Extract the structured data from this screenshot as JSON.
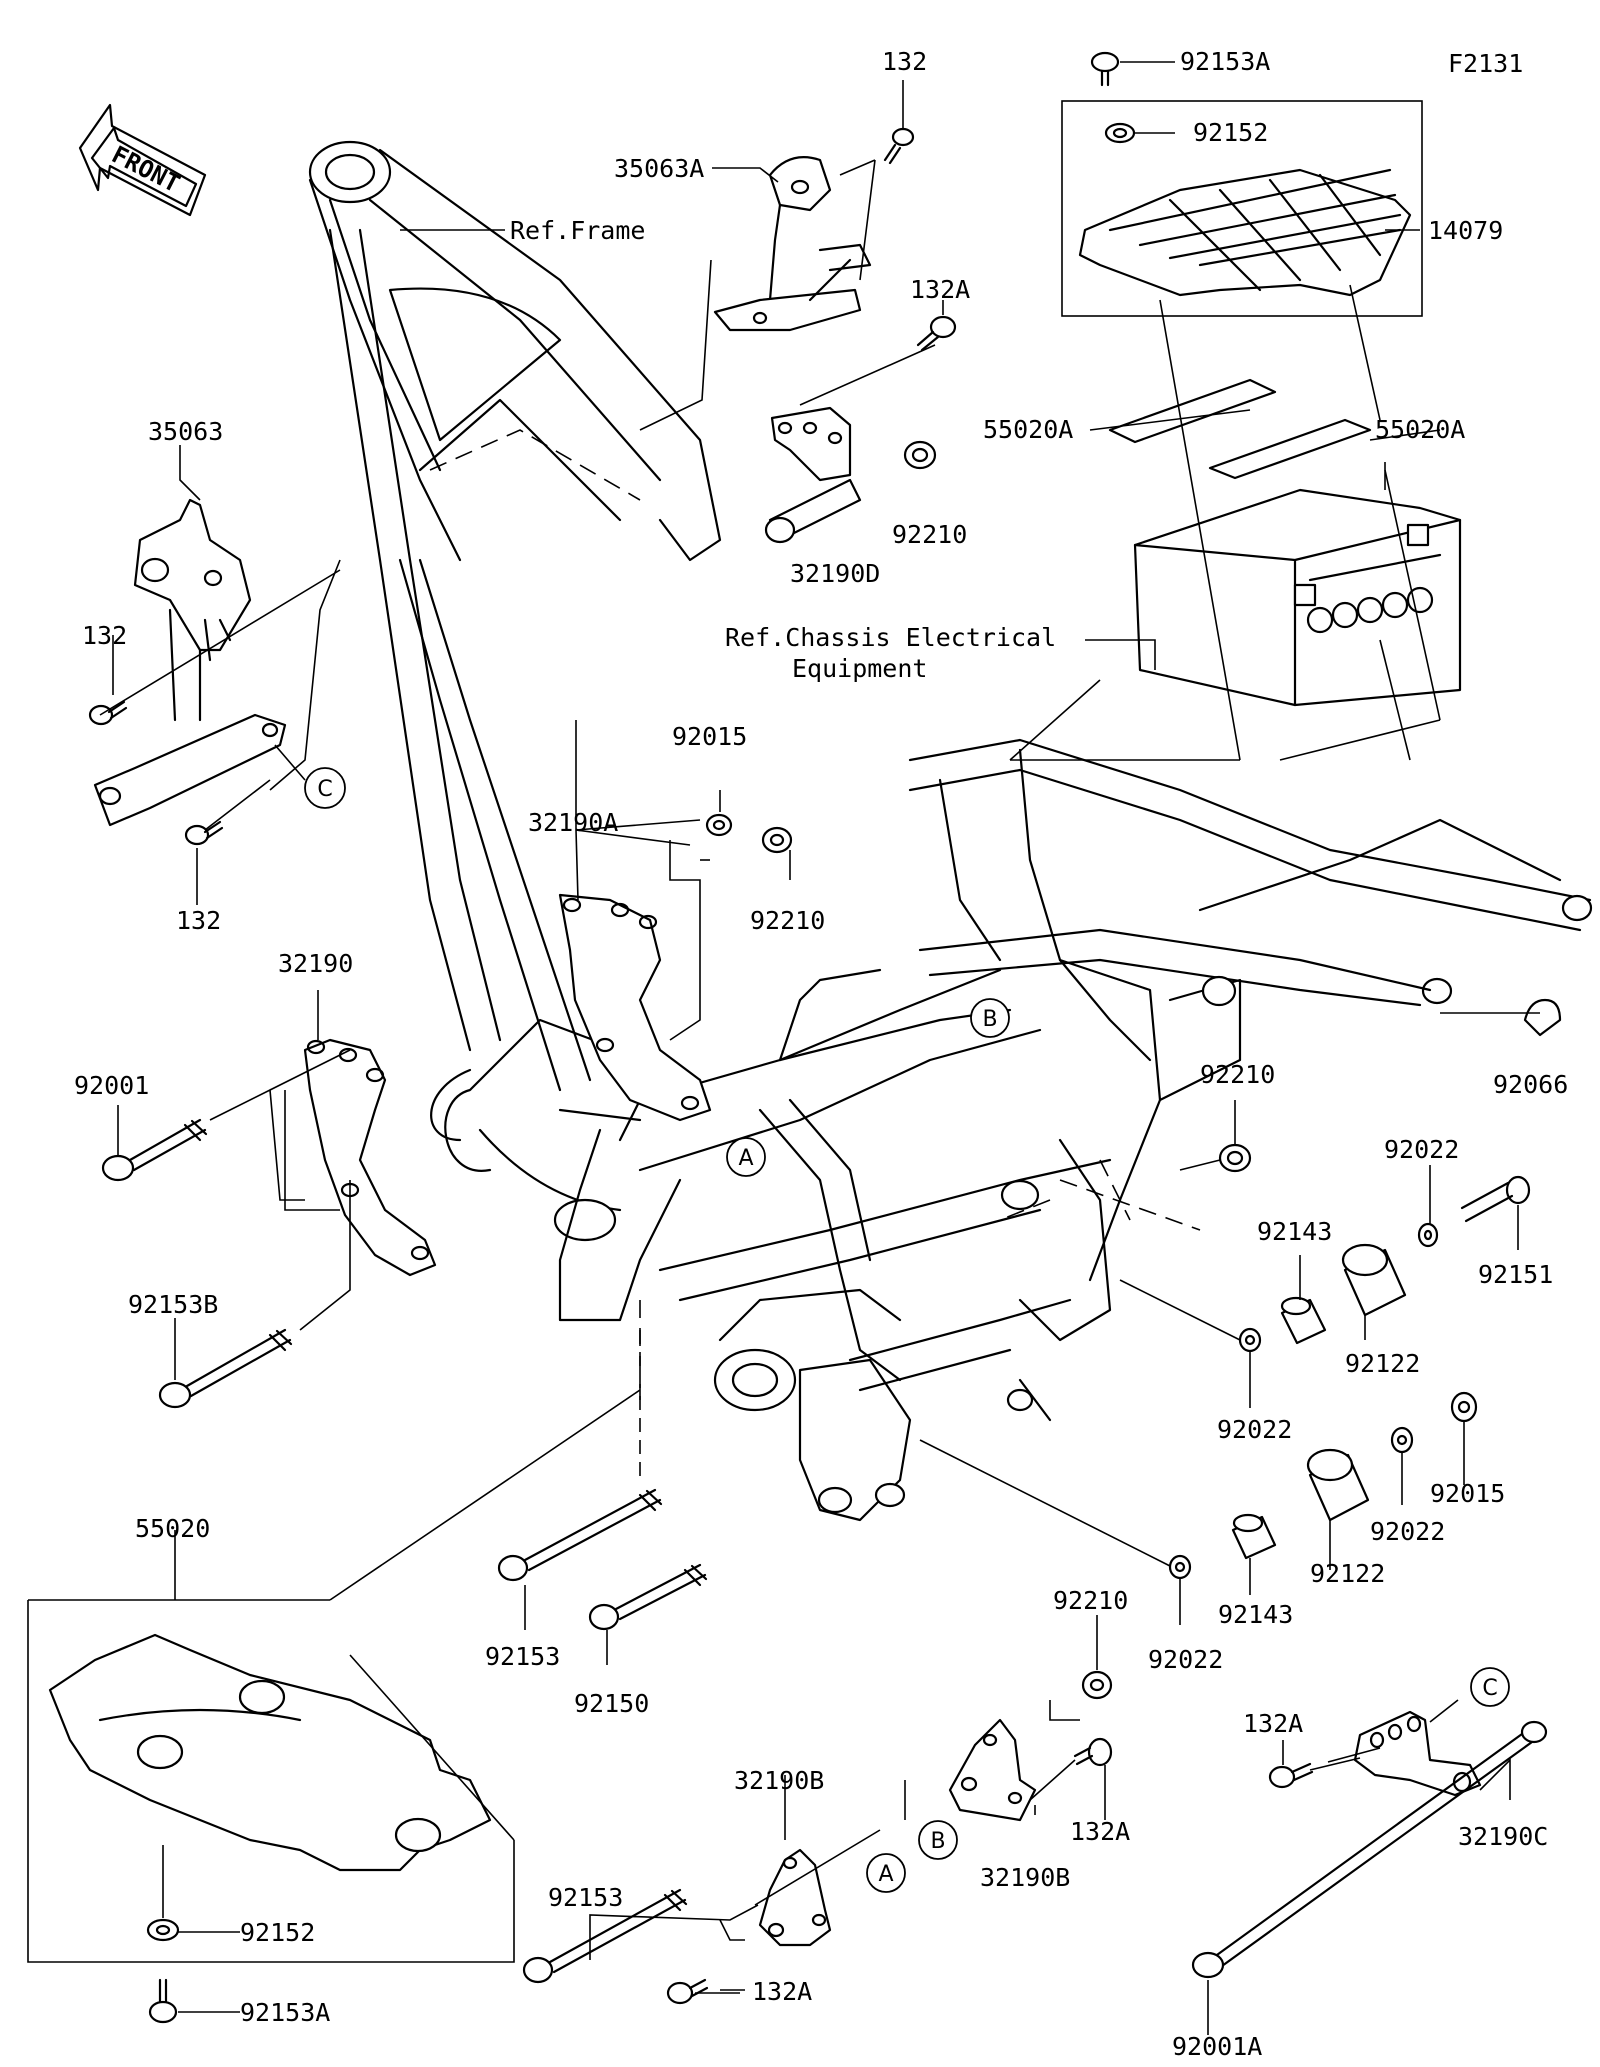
{
  "figure_code": "F2131",
  "front_arrow": "FRONT",
  "references": {
    "frame": "Ref.Frame",
    "chassis_line1": "Ref.Chassis Electrical",
    "chassis_line2": "Equipment"
  },
  "ref_markers": [
    "A",
    "B",
    "C"
  ],
  "parts": [
    "132",
    "35063A",
    "Ref.Frame",
    "92153A",
    "92152",
    "14079",
    "132A",
    "55020A",
    "55020A",
    "35063",
    "92210",
    "32190D",
    "132",
    "C",
    "132",
    "92015",
    "32190A",
    "92210",
    "32190",
    "92001",
    "92153B",
    "92210",
    "92066",
    "92022",
    "92151",
    "92143",
    "92122",
    "92022",
    "92015",
    "92022",
    "92122",
    "92143",
    "92022",
    "55020",
    "92153",
    "92150",
    "92210",
    "132A",
    "32190B",
    "32190B",
    "132A",
    "32190C",
    "92153",
    "132A",
    "92152",
    "92153A",
    "92001A"
  ]
}
